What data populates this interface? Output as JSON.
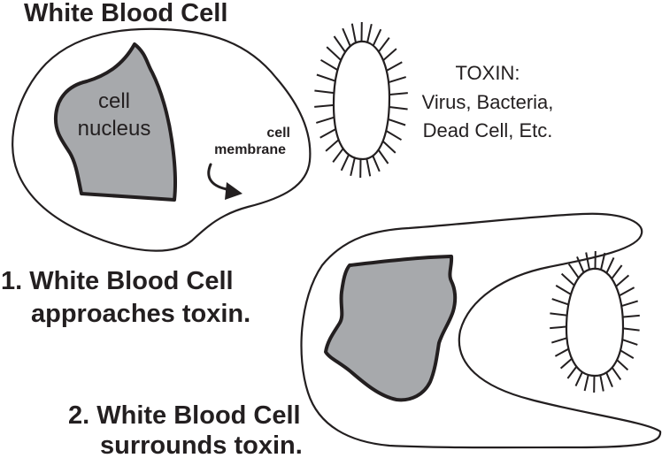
{
  "title": "White Blood Cell",
  "labels": {
    "nucleus_line1": "cell",
    "nucleus_line2": "nucleus",
    "membrane_line1": "cell",
    "membrane_line2": "membrane"
  },
  "toxin": {
    "heading": "TOXIN:",
    "line1": "Virus, Bacteria,",
    "line2": "Dead Cell, Etc."
  },
  "steps": [
    {
      "line1": "1. White Blood Cell",
      "line2": "approaches toxin."
    },
    {
      "line1": "2. White Blood Cell",
      "line2": "surrounds toxin."
    }
  ],
  "colors": {
    "stroke": "#231f20",
    "nucleus_fill": "#a7a9ac",
    "background": "#ffffff"
  }
}
